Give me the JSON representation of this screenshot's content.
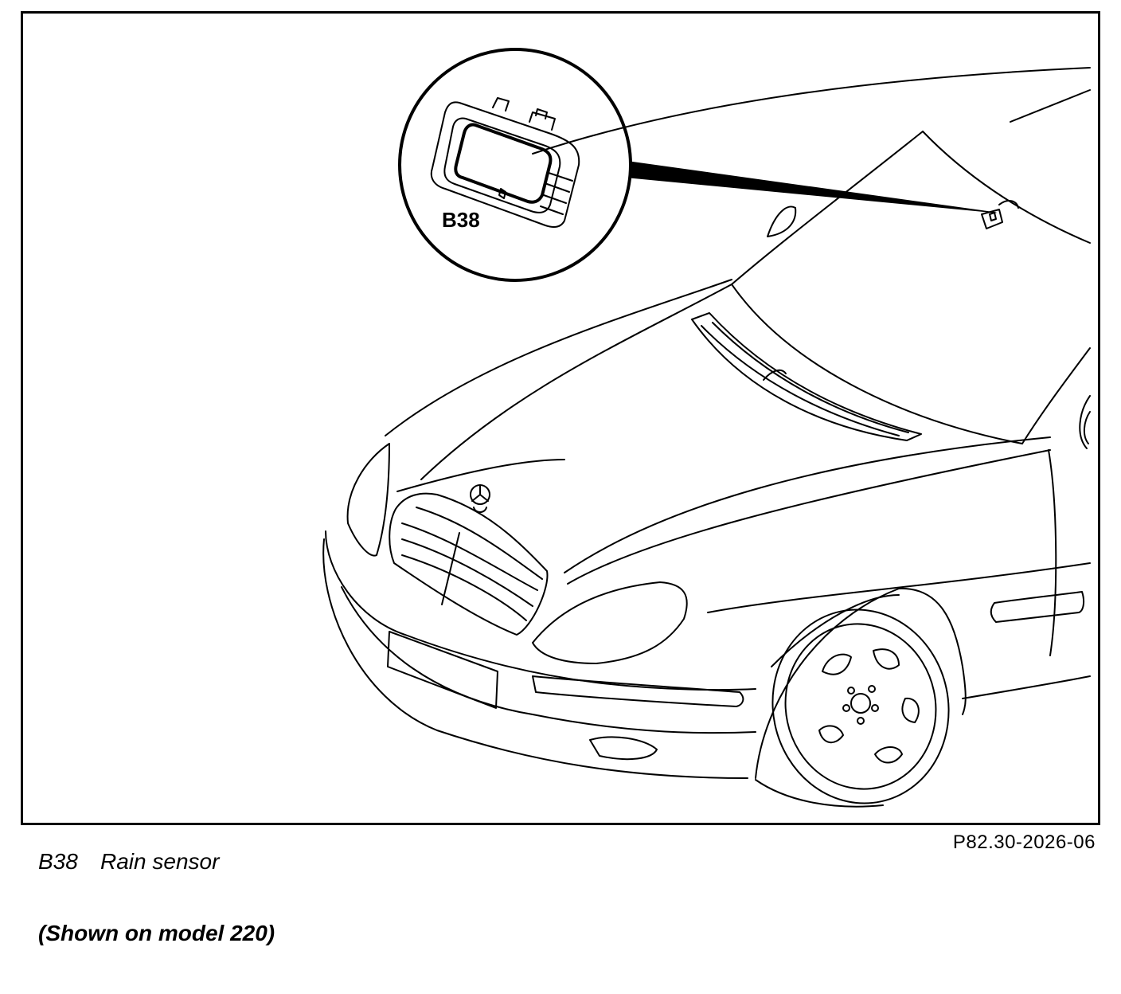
{
  "diagram": {
    "callout": {
      "code": "B38"
    }
  },
  "figure_ref": "P82.30-2026-06",
  "legend": [
    {
      "code": "B38",
      "description": "Rain sensor"
    }
  ],
  "note": "(Shown on model 220)"
}
